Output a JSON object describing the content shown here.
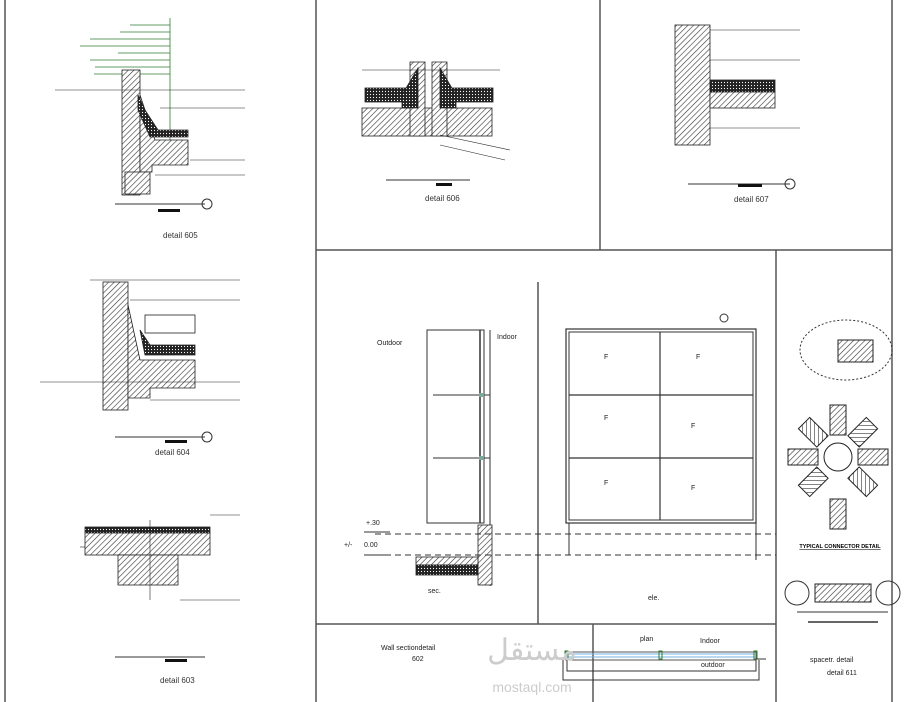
{
  "details": {
    "d605": "detail   605",
    "d606": "detail   606",
    "d607": "detail   607",
    "d604": "detail   604",
    "d603": "detail   603"
  },
  "section": {
    "outdoor": "Outdoor",
    "indoor": "Indoor",
    "level_top": "+.30",
    "level_zero_sign": "+/-",
    "level_zero": "0.00",
    "caption": "sec."
  },
  "elevation": {
    "panel_label": "F",
    "caption": "ele."
  },
  "wall_section": {
    "title": "Wall    sectiondetail",
    "number": "602"
  },
  "plan": {
    "title": "plan",
    "indoor": "Indoor",
    "outdoor": "outdoor"
  },
  "spacetruss": {
    "connector_title": "TYPICAL CONNECTOR DETAIL",
    "title": "spacetr. detail",
    "number": "detail   611"
  },
  "watermark": {
    "arabic": "مستقل",
    "latin": "mostaql.com"
  },
  "colors": {
    "annotation_green": "#2f7d32",
    "glass_blue": "#6fb3e8"
  }
}
